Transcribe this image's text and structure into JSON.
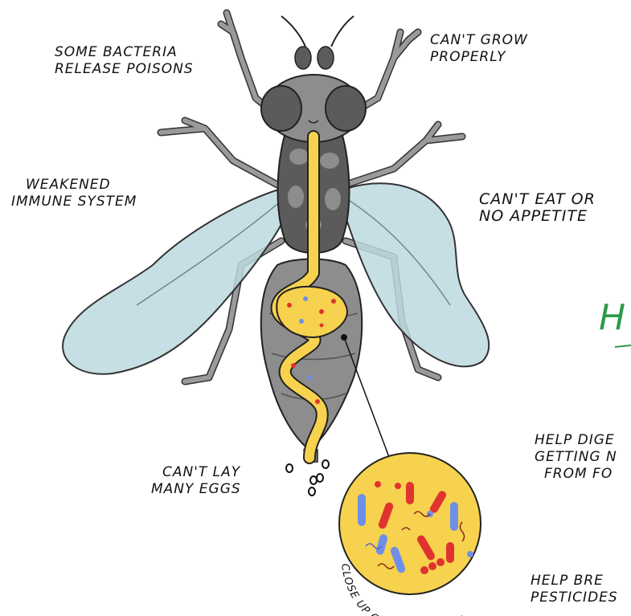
{
  "labels": {
    "bacteria_poisons": [
      "SOME BACTERIA",
      "RELEASE POISONS"
    ],
    "cant_grow": [
      "CAN'T GROW",
      "PROPERLY"
    ],
    "weakened_immune": [
      "WEAKENED",
      "IMMUNE SYSTEM"
    ],
    "cant_eat": [
      "CAN'T EAT OR",
      "NO APPETITE"
    ],
    "cant_lay": [
      "CAN'T LAY",
      "MANY EGGS"
    ],
    "help_digest": [
      "HELP DIGE",
      "GETTING N",
      "FROM FO"
    ],
    "help_break": [
      "HELP BRE",
      "PESTICIDES"
    ],
    "heading_fragment": "H",
    "closeup_caption": "CLOSE UP OF GUT BACTERIA"
  },
  "colors": {
    "body_gray": "#8d8d8d",
    "dark_gray": "#5b5b5b",
    "wing_blue": "#bcd9e0",
    "gut_yellow": "#f6d24e",
    "bacteria_red": "#e0332e",
    "bacteria_blue": "#6f8fe6",
    "heading_green": "#2e9a47"
  }
}
